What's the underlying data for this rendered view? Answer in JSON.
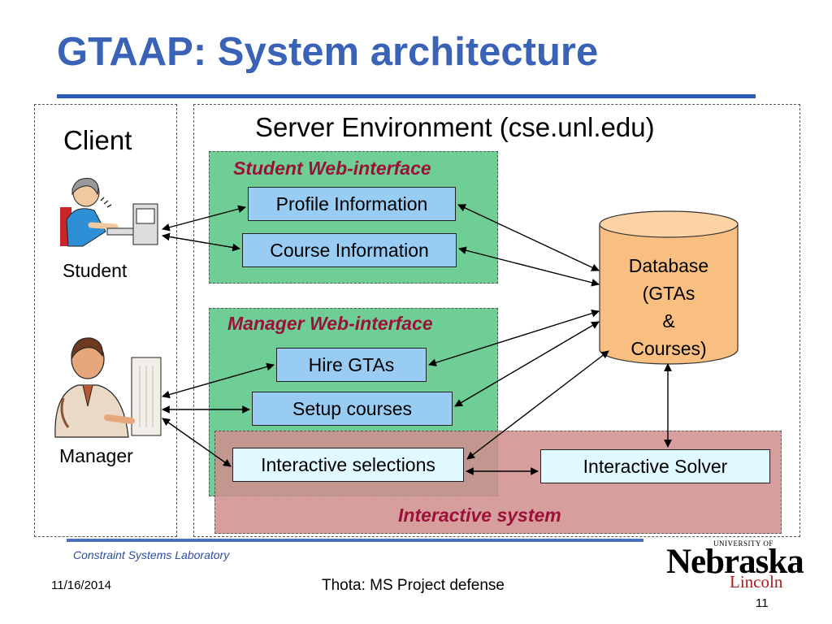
{
  "slide": {
    "title": "GTAAP: System architecture",
    "page_number": "11",
    "date": "11/16/2014",
    "footer_center": "Thota: MS Project defense",
    "footer_lab": "Constraint Systems Laboratory"
  },
  "client": {
    "label": "Client",
    "student_label": "Student",
    "manager_label": "Manager"
  },
  "server": {
    "label": "Server Environment (cse.unl.edu)",
    "student_interface": {
      "label": "Student Web-interface",
      "items": [
        "Profile Information",
        "Course Information"
      ]
    },
    "manager_interface": {
      "label": "Manager Web-interface",
      "items": [
        "Hire GTAs",
        "Setup courses"
      ]
    },
    "interactive_system": {
      "label": "Interactive system",
      "items": [
        "Interactive selections",
        "Interactive Solver"
      ]
    },
    "database": {
      "lines": [
        "Database",
        "(GTAs",
        "&",
        "Courses)"
      ]
    }
  },
  "logo": {
    "university_of": "UNIVERSITY OF",
    "name": "Nebraska",
    "city": "Lincoln"
  },
  "colors": {
    "title": "#3a63b8",
    "student_group": "#5fc98a",
    "manager_group": "#5fc98a",
    "interactive_group": "#d18e8e",
    "component_box": "#99ccf2",
    "interactive_box": "#e0f8ff",
    "database": "#f9bf81",
    "group_label": "#9b1238",
    "logo_city": "#b01c1c"
  }
}
